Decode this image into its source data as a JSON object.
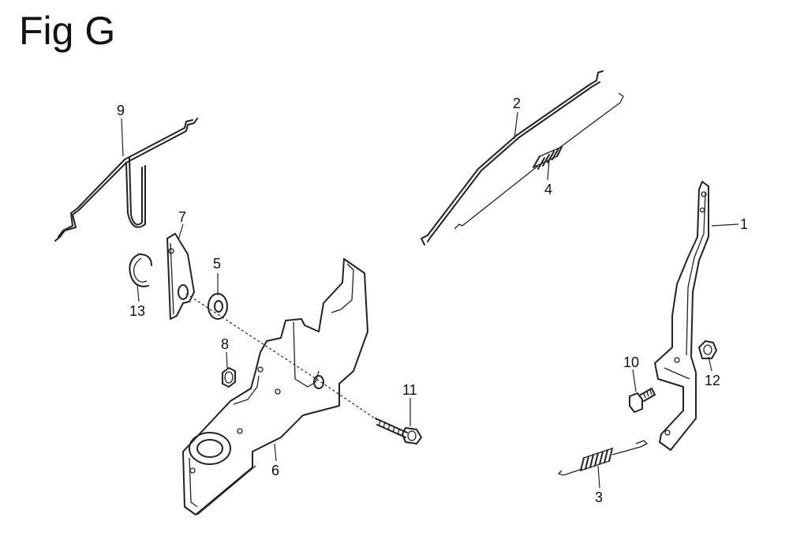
{
  "figure": {
    "title": "Fig G"
  },
  "callouts": {
    "c1": "1",
    "c2": "2",
    "c3": "3",
    "c4": "4",
    "c5": "5",
    "c6": "6",
    "c7": "7",
    "c8": "8",
    "c9": "9",
    "c10": "10",
    "c11": "11",
    "c12": "12",
    "c13": "13"
  }
}
